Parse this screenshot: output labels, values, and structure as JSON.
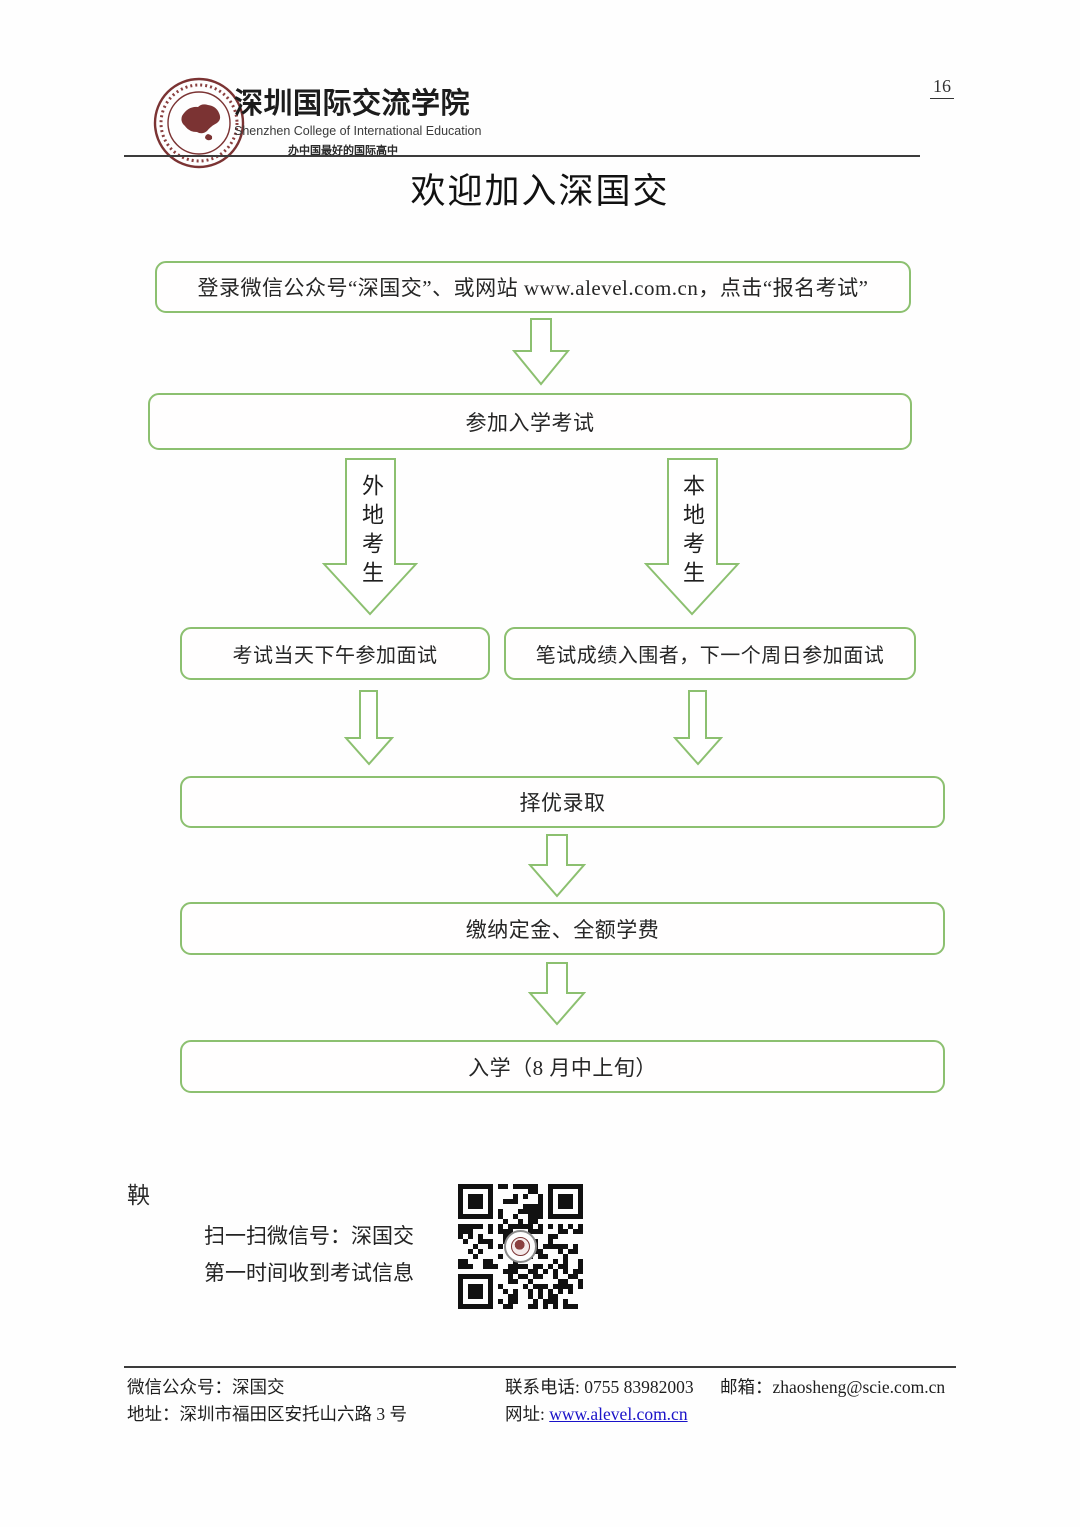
{
  "page": {
    "number": "16"
  },
  "header": {
    "school_name_cn": "深圳国际交流学院",
    "school_name_en": "Shenzhen College of International Education",
    "tagline": "办中国最好的国际高中"
  },
  "title": "欢迎加入深国交",
  "flowchart": {
    "step1": "登录微信公众号“深国交”、或网站 www.alevel.com.cn，点击“报名考试”",
    "step2": "参加入学考试",
    "branch_left_label": "外地考生",
    "branch_right_label": "本地考生",
    "step3_left": "考试当天下午参加面试",
    "step3_right": "笔试成绩入围者，下一个周日参加面试",
    "step4": "择优录取",
    "step5": "缴纳定金、全额学费",
    "step6": "入学（8 月中上旬）"
  },
  "qr_section": {
    "stray_char": "鞅",
    "caption_line1": "扫一扫微信号：深国交",
    "caption_line2": "第一时间收到考试信息"
  },
  "footer": {
    "wechat": "微信公众号：深国交",
    "address": "地址：深圳市福田区安托山六路 3 号",
    "phone_label": "联系电话: ",
    "phone": "0755 83982003",
    "web_label": "网址: ",
    "website": "www.alevel.com.cn",
    "email_label": "邮箱：",
    "email": "zhaosheng@scie.com.cn"
  },
  "colors": {
    "accent_green": "#8cc070",
    "link_blue": "#1a12c8",
    "seal_maroon": "#7b3333"
  }
}
